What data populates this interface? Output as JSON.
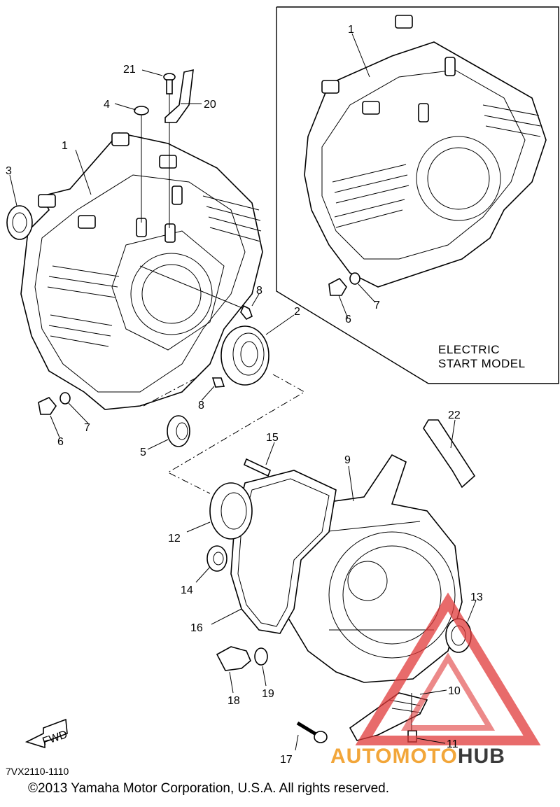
{
  "labels": {
    "p1a": "1",
    "p1b": "1",
    "p2": "2",
    "p3": "3",
    "p4": "4",
    "p5": "5",
    "p6a": "6",
    "p6b": "6",
    "p7a": "7",
    "p7b": "7",
    "p8a": "8",
    "p8b": "8",
    "p9": "9",
    "p10": "10",
    "p11": "11",
    "p12": "12",
    "p13": "13",
    "p14": "14",
    "p15": "15",
    "p16": "16",
    "p17": "17",
    "p18": "18",
    "p19": "19",
    "p20": "20",
    "p21": "21",
    "p22": "22"
  },
  "inset": {
    "line1": "ELECTRIC",
    "line2": "START MODEL"
  },
  "fwd_label": "FWD",
  "drawing_code": "7VX2110-1110",
  "copyright": "©2013 Yamaha Motor Corporation, U.S.A. All rights reserved.",
  "watermark": {
    "part1": "AUTOMOTO",
    "part2": "HUB"
  },
  "colors": {
    "watermark_red": "#e03a3a",
    "watermark_orange": "#f2a63a",
    "watermark_dark": "#3a3a3a"
  }
}
